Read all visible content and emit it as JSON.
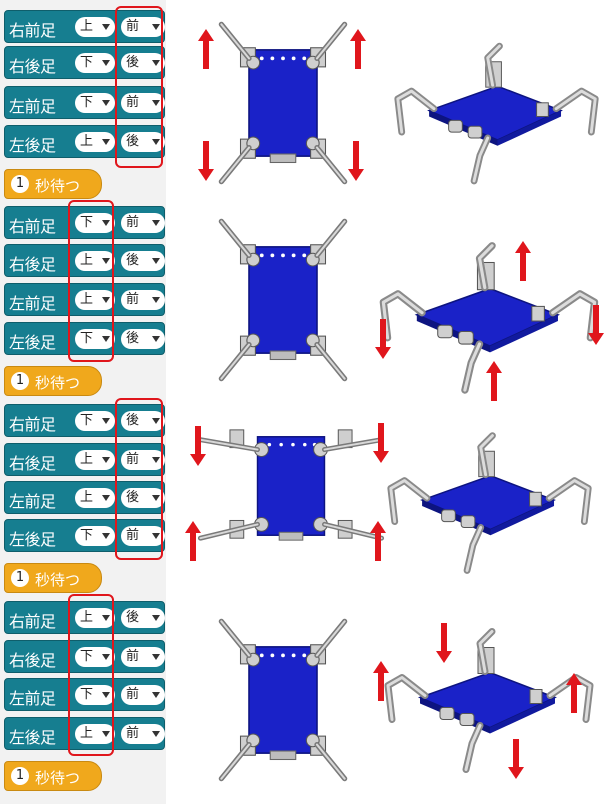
{
  "groups": [
    {
      "blocks": [
        {
          "leg": "右前足",
          "ud": "上",
          "fb": "前"
        },
        {
          "leg": "右後足",
          "ud": "下",
          "fb": "後"
        },
        {
          "leg": "左前足",
          "ud": "下",
          "fb": "前"
        },
        {
          "leg": "左後足",
          "ud": "上",
          "fb": "後"
        }
      ],
      "wait": {
        "num": "1",
        "label": "秒待つ"
      }
    },
    {
      "blocks": [
        {
          "leg": "右前足",
          "ud": "下",
          "fb": "前"
        },
        {
          "leg": "右後足",
          "ud": "上",
          "fb": "後"
        },
        {
          "leg": "左前足",
          "ud": "上",
          "fb": "前"
        },
        {
          "leg": "左後足",
          "ud": "下",
          "fb": "後"
        }
      ],
      "wait": {
        "num": "1",
        "label": "秒待つ"
      }
    },
    {
      "blocks": [
        {
          "leg": "右前足",
          "ud": "下",
          "fb": "後"
        },
        {
          "leg": "右後足",
          "ud": "上",
          "fb": "前"
        },
        {
          "leg": "左前足",
          "ud": "上",
          "fb": "後"
        },
        {
          "leg": "左後足",
          "ud": "下",
          "fb": "前"
        }
      ],
      "wait": {
        "num": "1",
        "label": "秒待つ"
      }
    },
    {
      "blocks": [
        {
          "leg": "右前足",
          "ud": "上",
          "fb": "後"
        },
        {
          "leg": "右後足",
          "ud": "下",
          "fb": "前"
        },
        {
          "leg": "左前足",
          "ud": "下",
          "fb": "前"
        },
        {
          "leg": "左後足",
          "ud": "上",
          "fb": "前"
        }
      ],
      "wait": {
        "num": "1",
        "label": "秒待つ"
      }
    }
  ],
  "colors": {
    "block": "#167e90",
    "wait": "#f0a81c",
    "highlight": "#e0161c",
    "arrow": "#e0161c",
    "board": "#1a22c8"
  }
}
